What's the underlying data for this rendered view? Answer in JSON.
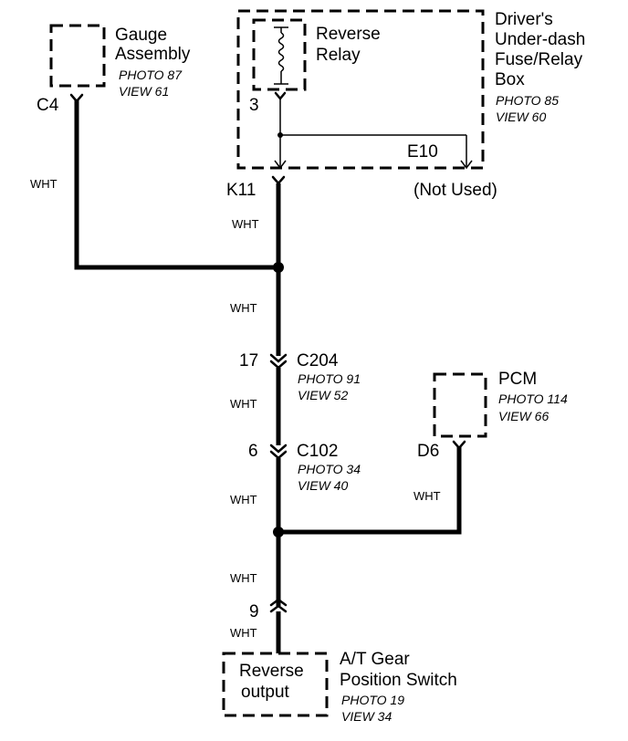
{
  "components": {
    "gauge": {
      "name_line1": "Gauge",
      "name_line2": "Assembly",
      "photo": "PHOTO 87",
      "view": "VIEW 61"
    },
    "fuse_box": {
      "name_line1": "Driver's",
      "name_line2": "Under-dash",
      "name_line3": "Fuse/Relay",
      "name_line4": "Box",
      "photo": "PHOTO 85",
      "view": "VIEW 60"
    },
    "relay": {
      "name_line1": "Reverse",
      "name_line2": "Relay"
    },
    "pcm": {
      "name": "PCM",
      "photo": "PHOTO 114",
      "view": "VIEW 66"
    },
    "switch": {
      "inner_line1": "Reverse",
      "inner_line2": "output",
      "name_line1": "A/T Gear",
      "name_line2": "Position Switch",
      "photo": "PHOTO 19",
      "view": "VIEW 34"
    }
  },
  "connectors": {
    "c4": "C4",
    "k11": "K11",
    "relay_pin": "3",
    "e10": "E10",
    "not_used": "(Not Used)",
    "c204": {
      "pin": "17",
      "name": "C204",
      "photo": "PHOTO 91",
      "view": "VIEW 52"
    },
    "c102": {
      "pin": "6",
      "name": "C102",
      "photo": "PHOTO 34",
      "view": "VIEW 40"
    },
    "d6": "D6",
    "switch_pin": "9"
  },
  "wires": {
    "gauge": "WHT",
    "k11_below": "WHT",
    "main_upper": "WHT",
    "between_connectors": "WHT",
    "below_c102": "WHT",
    "pcm": "WHT",
    "lower": "WHT",
    "switch_top": "WHT"
  }
}
